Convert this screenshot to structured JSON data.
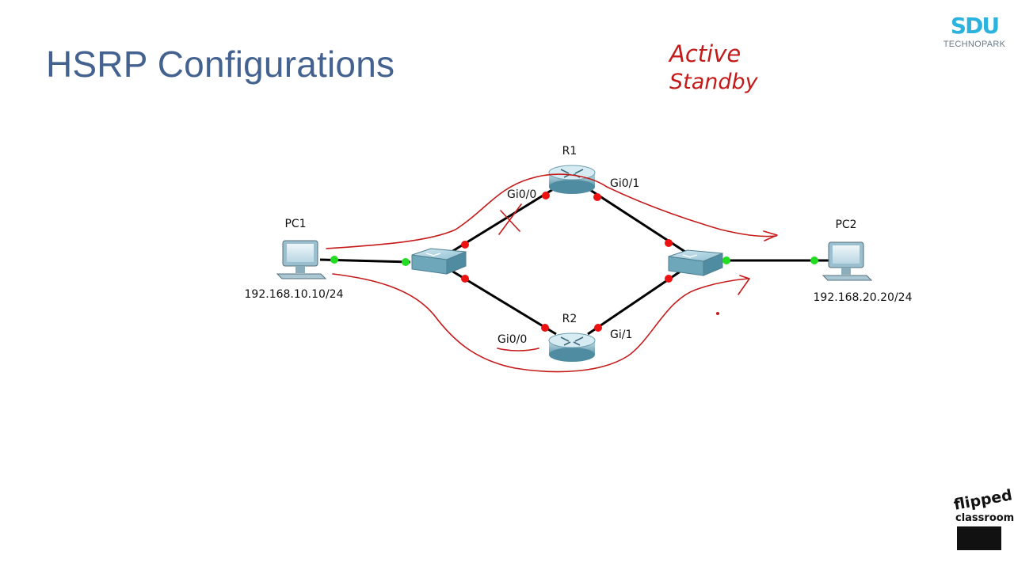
{
  "title": "HSRP Configurations",
  "logos": {
    "sdu_mark": "SDU",
    "sdu_sub": "TECHNOPARK",
    "flipped_line1": "flipped",
    "flipped_line2": "classroom"
  },
  "annotations": {
    "active": "Active",
    "standby": "Standby"
  },
  "devices": {
    "pc1": {
      "name": "PC1",
      "ip": "192.168.10.10/24"
    },
    "pc2": {
      "name": "PC2",
      "ip": "192.168.20.20/24"
    },
    "r1": {
      "name": "R1",
      "port_left": "Gi0/0",
      "port_right": "Gi0/1"
    },
    "r2": {
      "name": "R2",
      "port_left": "Gi0/0",
      "port_right": "Gi/1"
    }
  },
  "colors": {
    "title": "#44628f",
    "link": "#000000",
    "port_down": "#ee1111",
    "port_up": "#22dd22",
    "ink": "#c41a1a",
    "device": "#7fb6c9"
  }
}
